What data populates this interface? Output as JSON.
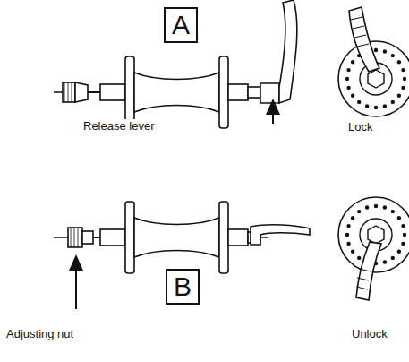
{
  "diagram": {
    "nodes": [
      {
        "text": [
          "A"
        ]
      },
      {
        "text": [
          "B"
        ]
      }
    ],
    "labels": [
      "Release lever",
      "Lock",
      "Adjusting nut",
      "Unlock"
    ]
  }
}
